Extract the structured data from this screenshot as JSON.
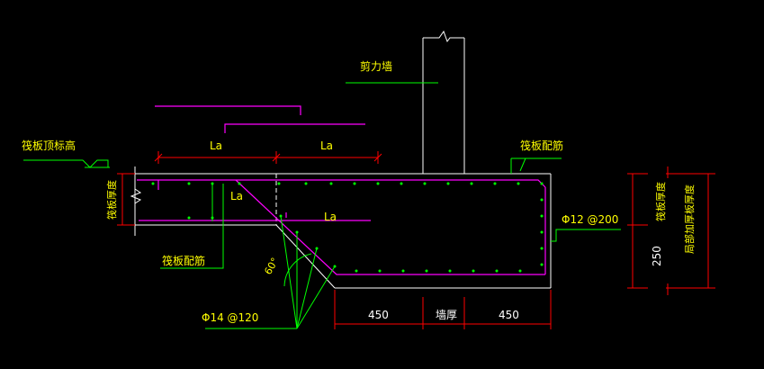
{
  "labels": {
    "shear_wall": "剪力墙",
    "raft_top_elev": "筏板顶标高",
    "raft_thickness_left": "筏板厚度",
    "raft_thickness_right": "筏板厚度",
    "raft_rebar_top": "筏板配筋",
    "raft_rebar_bottom": "筏板配筋",
    "local_thickening": "局部加厚板厚度",
    "la_top_1": "La",
    "la_top_2": "La",
    "la_side": "La",
    "la_middle": "La",
    "rebar_right": "Φ12 @200",
    "rebar_slope": "Φ14 @120",
    "angle": "60°",
    "dim_left": "450",
    "dim_wall": "墙厚",
    "dim_right": "450",
    "dim_250": "250"
  },
  "colors": {
    "background": "#000000",
    "outline": "#ffffff",
    "rebar": "#ff00ff",
    "dimension": "#ff0000",
    "leader": "#00ff00",
    "text": "#ffff00"
  }
}
